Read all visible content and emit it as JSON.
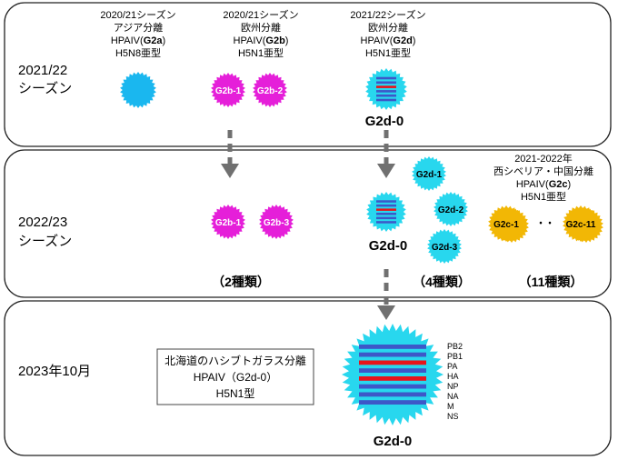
{
  "colors": {
    "g2a": "#1ab7ef",
    "g2b": "#e51fd9",
    "g2d_body": "#28d7ee",
    "g2c": "#f2b705",
    "bar_blue": "#3d57c8",
    "bar_red": "#e8141a",
    "arrow": "#707070"
  },
  "panels": {
    "top": {
      "season_line1": "2021/22",
      "season_line2": "シーズン",
      "col_g2a": {
        "line1": "2020/21シーズン",
        "line2": "アジア分離",
        "line3_prefix": "HPAIV(",
        "line3_strain": "G2a",
        "line3_suffix": ")",
        "line4": "H5N8亜型"
      },
      "col_g2b": {
        "line1": "2020/21シーズン",
        "line2": "欧州分離",
        "line3_prefix": "HPAIV(",
        "line3_strain": "G2b",
        "line3_suffix": ")",
        "line4": "H5N1亜型"
      },
      "col_g2d": {
        "line1": "2021/22シーズン",
        "line2": "欧州分離",
        "line3_prefix": "HPAIV(",
        "line3_strain": "G2d",
        "line3_suffix": ")",
        "line4": "H5N1亜型"
      },
      "g2b_labels": [
        "G2b-1",
        "G2b-2"
      ],
      "g2d_label": "G2d-0"
    },
    "middle": {
      "season_line1": "2022/23",
      "season_line2": "シーズン",
      "g2b_labels": [
        "G2b-1",
        "G2b-3"
      ],
      "g2d_label": "G2d-0",
      "g2d_variants": [
        "G2d-1",
        "G2d-2",
        "G2d-3"
      ],
      "col_g2c": {
        "line1": "2021-2022年",
        "line2": "西シベリア・中国分離",
        "line3_prefix": "HPAIV(",
        "line3_strain": "G2c",
        "line3_suffix": ")",
        "line4": "H5N1亜型"
      },
      "g2c_labels": [
        "G2c-1",
        "G2c-11"
      ],
      "g2c_ellipsis": "・・",
      "count_g2b": "（2種類）",
      "count_g2d": "（4種類）",
      "count_g2c": "（11種類）"
    },
    "bottom": {
      "date": "2023年10月",
      "box_line1": "北海道のハシブトガラス分離",
      "box_line2": "HPAIV（G2d-0）",
      "box_line3": "H5N1型",
      "g2d_label": "G2d-0",
      "segments": [
        "PB2",
        "PB1",
        "PA",
        "HA",
        "NP",
        "NA",
        "M",
        "NS"
      ]
    }
  }
}
